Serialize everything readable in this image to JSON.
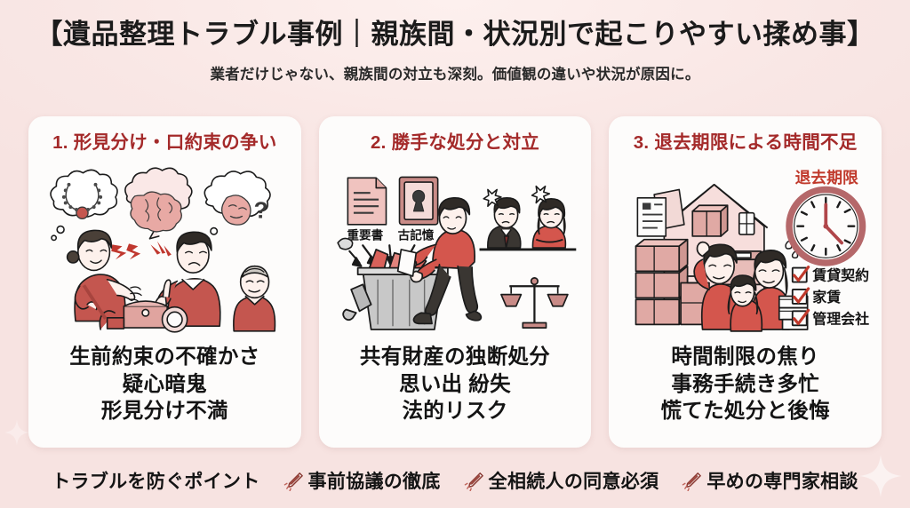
{
  "theme": {
    "background": "#f9e6e4",
    "card_background": "#fdfcfb",
    "accent_red": "#a42a2a",
    "text_dark": "#141414",
    "illustration_red": "#c4504b",
    "illustration_pink": "#e8b6b2"
  },
  "header": {
    "title": "【遺品整理トラブル事例｜親族間・状況別で起こりやすい揉め事】",
    "subtitle": "業者だけじゃない、親族間の対立も深刻。価値観の違いや状況が原因に。"
  },
  "cards": [
    {
      "title": "1. 形見分け・口約束の争い",
      "illustration_name": "arguing-relatives-illustration",
      "illustration_labels": [],
      "bullets": [
        "生前約束の不確かさ",
        "疑心暗鬼",
        "形見分け不満"
      ]
    },
    {
      "title": "2. 勝手な処分と対立",
      "illustration_name": "unilateral-disposal-illustration",
      "illustration_labels": [
        "重要書",
        "古記憶"
      ],
      "bullets": [
        "共有財産の独断処分",
        "思い出 紛失",
        "法的リスク"
      ]
    },
    {
      "title": "3. 退去期限による時間不足",
      "illustration_name": "moveout-deadline-illustration",
      "illustration_labels": [
        "退去期限"
      ],
      "checklist": [
        "賃貸契約",
        "家賃",
        "管理会社"
      ],
      "bullets": [
        "時間制限の焦り",
        "事務手続き多忙",
        "慌てた処分と後悔"
      ]
    }
  ],
  "footer": {
    "label": "トラブルを防ぐポイント",
    "points": [
      "事前協議の徹底",
      "全相続人の同意必須",
      "早めの専門家相談"
    ]
  }
}
